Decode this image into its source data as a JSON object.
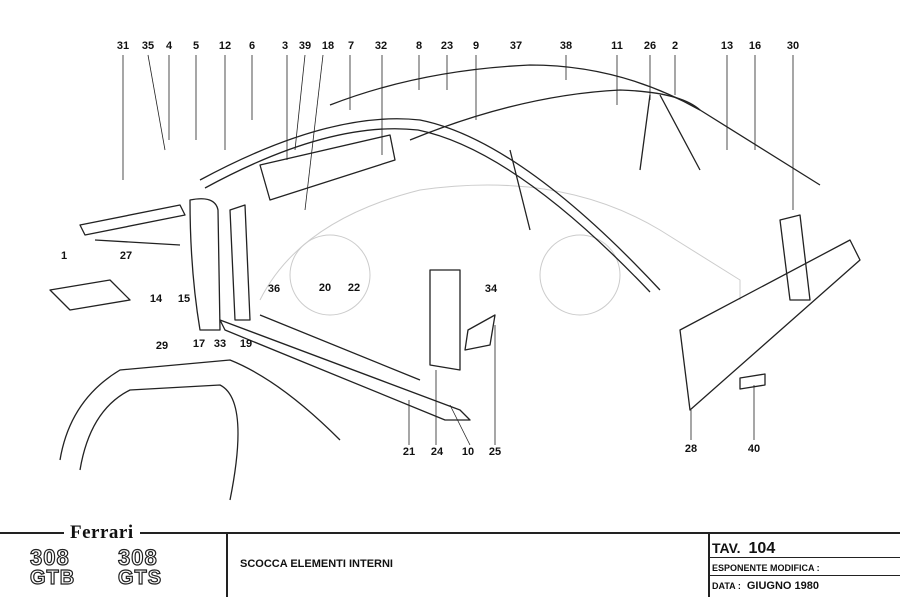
{
  "document": {
    "brand": "Ferrari",
    "models": [
      {
        "number": "308",
        "variant": "GTB"
      },
      {
        "number": "308",
        "variant": "GTS"
      }
    ],
    "description": "SCOCCA ELEMENTI INTERNI",
    "tav_label": "TAV.",
    "tav_number": "104",
    "esponente_label": "ESPONENTE MODIFICA :",
    "esponente_value": "",
    "data_label": "DATA :",
    "data_value": "GIUGNO 1980"
  },
  "callouts": {
    "top": [
      "31",
      "35",
      "4",
      "5",
      "12",
      "6",
      "3",
      "39",
      "18",
      "7",
      "32",
      "8",
      "23",
      "9",
      "37",
      "38",
      "11",
      "26",
      "2",
      "13",
      "16",
      "30"
    ],
    "left": [
      "1",
      "27",
      "14",
      "15",
      "17",
      "33",
      "19",
      "36"
    ],
    "middle": [
      "20",
      "22",
      "34",
      "21",
      "24",
      "10",
      "25"
    ],
    "bottom": [
      "29",
      "28",
      "40"
    ]
  }
}
